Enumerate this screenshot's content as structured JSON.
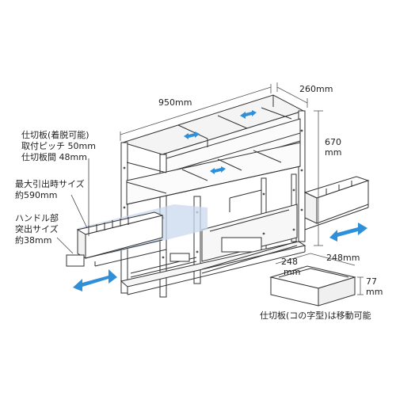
{
  "dimensions": {
    "width": "950mm",
    "depth": "260mm",
    "height_num": "670",
    "height_unit": "mm"
  },
  "callouts": {
    "shelf_divider": [
      "仕切板(着脱可能)",
      "取付ピッチ 50mm",
      "仕切板間 48mm"
    ],
    "max_pull": [
      "最大引出時サイズ",
      "約590mm"
    ],
    "handle": [
      "ハンドル部",
      "突出サイズ",
      "約38mm"
    ]
  },
  "inset": {
    "width_num": "248",
    "width_unit": "mm",
    "depth": "248mm",
    "height_num": "77",
    "height_unit": "mm",
    "caption": "仕切板(コの字型)は移動可能"
  },
  "colors": {
    "arrow": "#2f8fd8",
    "highlight": "#c9d8ee",
    "line": "#333333"
  }
}
